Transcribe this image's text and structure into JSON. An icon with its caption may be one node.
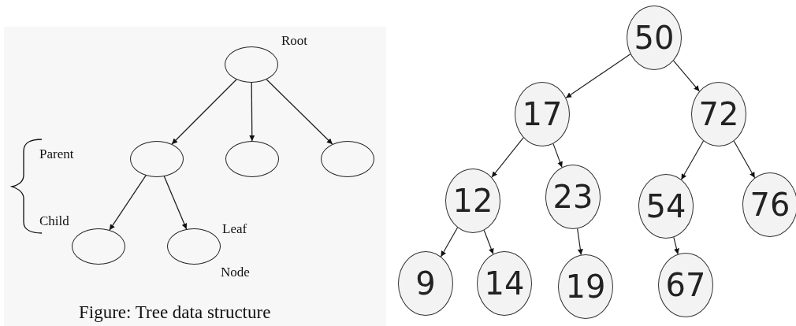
{
  "diagram": {
    "caption": "Figure: Tree data structure",
    "nodes": [
      {
        "text": [],
        "shape": "circle",
        "beside": [
          "Root"
        ]
      },
      {
        "text": [],
        "shape": "circle"
      },
      {
        "text": [],
        "shape": "circle"
      },
      {
        "text": [],
        "shape": "circle"
      },
      {
        "text": [],
        "shape": "circle"
      },
      {
        "text": [],
        "shape": "circle",
        "beside": [
          "Leaf",
          "Node"
        ]
      },
      {
        "text": [
          "50"
        ]
      },
      {
        "text": [
          "17"
        ]
      },
      {
        "text": [
          "72"
        ]
      },
      {
        "text": [
          "12"
        ]
      },
      {
        "text": [
          "23"
        ]
      },
      {
        "text": [
          "54"
        ]
      },
      {
        "text": [
          "76"
        ]
      },
      {
        "text": [
          "9"
        ]
      },
      {
        "text": [
          "14"
        ]
      },
      {
        "text": [
          "19"
        ]
      },
      {
        "text": [
          "67"
        ]
      }
    ],
    "edges": [
      {
        "from": 0,
        "to": 1,
        "arrow": "to"
      },
      {
        "from": 0,
        "to": 2,
        "arrow": "to"
      },
      {
        "from": 0,
        "to": 3,
        "arrow": "to"
      },
      {
        "from": 1,
        "to": 4,
        "arrow": "to"
      },
      {
        "from": 1,
        "to": 5,
        "arrow": "to"
      },
      {
        "from": 6,
        "to": 7,
        "arrow": "to"
      },
      {
        "from": 6,
        "to": 8,
        "arrow": "to"
      },
      {
        "from": 7,
        "to": 9,
        "arrow": "to"
      },
      {
        "from": 7,
        "to": 10,
        "arrow": "to"
      },
      {
        "from": 8,
        "to": 11,
        "arrow": "to"
      },
      {
        "from": 8,
        "to": 12,
        "arrow": "to"
      },
      {
        "from": 9,
        "to": 13,
        "arrow": "to"
      },
      {
        "from": 9,
        "to": 14,
        "arrow": "to"
      },
      {
        "from": 10,
        "to": 15,
        "arrow": "to"
      },
      {
        "from": 11,
        "to": 16,
        "arrow": "to"
      }
    ],
    "labels": [
      "Parent",
      "Child"
    ]
  }
}
